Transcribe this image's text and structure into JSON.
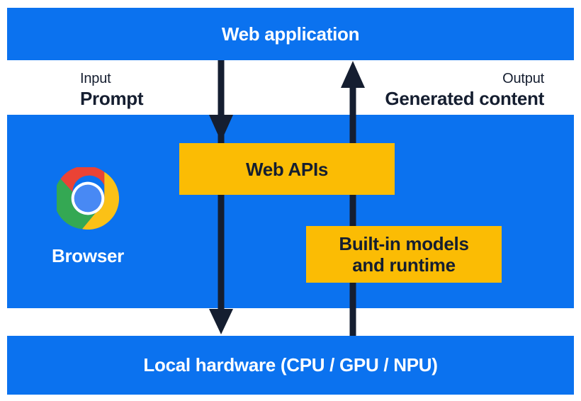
{
  "diagram": {
    "title_hint": "Built-in AI in the browser architecture",
    "colors": {
      "blue": "#0b72ef",
      "yellow": "#fbbc04",
      "ink": "#151e30",
      "white_text": "#ffffff",
      "chrome_red": "#ea4335",
      "chrome_green": "#34a853",
      "chrome_yellow": "#fbc116",
      "chrome_blue": "#4889f4",
      "chrome_ring": "#ffffff"
    },
    "top_bar": {
      "label": "Web application"
    },
    "io_labels": {
      "input_title": "Input",
      "input_value": "Prompt",
      "output_title": "Output",
      "output_value": "Generated content"
    },
    "browser": {
      "label": "Browser",
      "icon": "chrome-icon"
    },
    "boxes": {
      "web_apis_label": "Web APIs",
      "builtin_lines": [
        "Built-in models",
        "and runtime"
      ]
    },
    "bottom_bar": {
      "label": "Local hardware (CPU / GPU / NPU)"
    },
    "flows": {
      "down_arrow": "web-application-to-web-apis-to-local-hardware",
      "up_arrow": "local-hardware-to-built-in-models-to-web-application"
    }
  }
}
